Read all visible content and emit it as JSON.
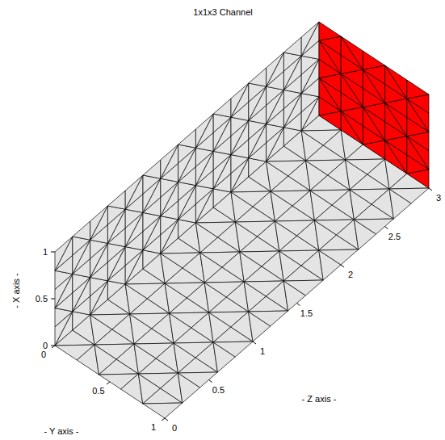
{
  "diagram": {
    "title": "1x1x3 Channel",
    "labels": [
      "1",
      "0.5",
      "0",
      "0",
      "0.5",
      "1",
      "0",
      "0.5",
      "1",
      "1.5",
      "2",
      "2.5",
      "3",
      "- X axis -",
      "- Y axis -",
      "- Z axis -"
    ]
  }
}
